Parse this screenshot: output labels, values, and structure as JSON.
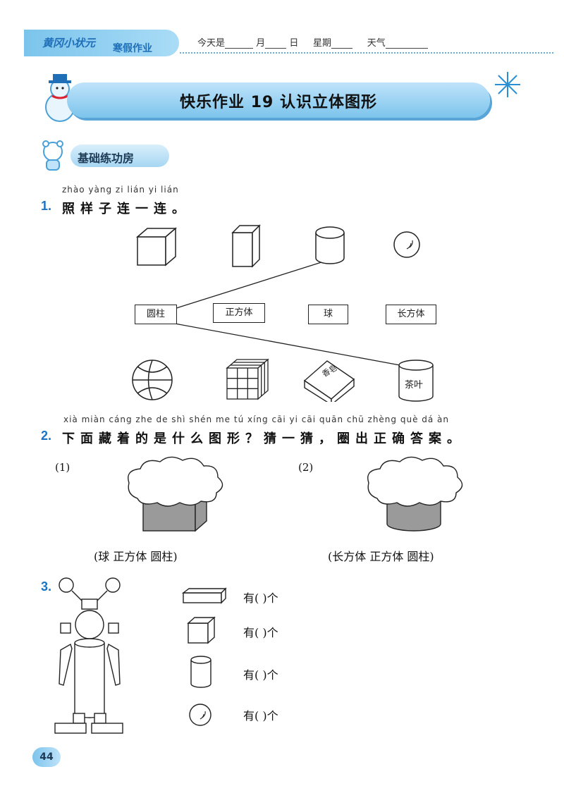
{
  "header": {
    "brand": "黄冈小状元",
    "sub": "寒假作业",
    "date_prefix": "今天是",
    "month": "月",
    "day": "日",
    "weekday": "星期",
    "weather": "天气"
  },
  "title": "快乐作业 19   认识立体图形",
  "section": "基础练功房",
  "q1": {
    "num": "1.",
    "pinyin": "zhào yàng zi lián yi lián",
    "text": "照样子连一连。",
    "labels": [
      "圆柱",
      "正方体",
      "球",
      "长方体"
    ],
    "tea_label": "茶叶",
    "box_label": "香皂"
  },
  "q2": {
    "num": "2.",
    "pinyin": "xià miàn cáng zhe de shì shén me tú xíng   cāi yi cāi   quān chū zhèng què dá àn",
    "text": "下面藏着的是什么图形？猜一猜，圈出正确答案。",
    "p1": "(1)",
    "p2": "(2)",
    "choices1": "(球   正方体   圆柱)",
    "choices2": "(长方体   正方体   圆柱)"
  },
  "q3": {
    "num": "3.",
    "rows": [
      "有(      )个",
      "有(      )个",
      "有(      )个",
      "有(      )个"
    ]
  },
  "page_number": "44"
}
